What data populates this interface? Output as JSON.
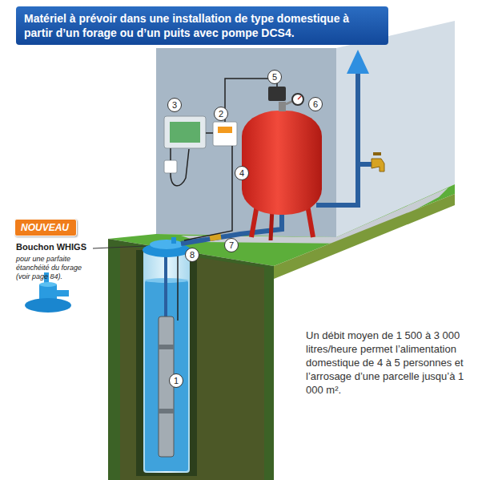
{
  "diagram": {
    "title": "Matériel à prévoir dans une installation de type domestique à partir d’un forage ou d’un puits avec pompe DCS4.",
    "nodes": [
      {
        "text": [
          "1"
        ]
      },
      {
        "text": [
          "2"
        ]
      },
      {
        "text": [
          "3"
        ]
      },
      {
        "text": [
          "4"
        ]
      },
      {
        "text": [
          "5"
        ]
      },
      {
        "text": [
          "6"
        ]
      },
      {
        "text": [
          "7"
        ]
      },
      {
        "text": [
          "8"
        ]
      },
      {
        "text": [
          "NOUVEAU"
        ]
      }
    ],
    "labels": [
      "Bouchon WHIGS",
      "pour une parfaite étanchéité du forage (voir page 84).",
      "Un débit moyen de 1 500 à 3 000 litres/heure permet l’alimentation domestique de 4 à 5 personnes et l’arrosage d’une parcelle jusqu’à 1 000 m²."
    ]
  }
}
